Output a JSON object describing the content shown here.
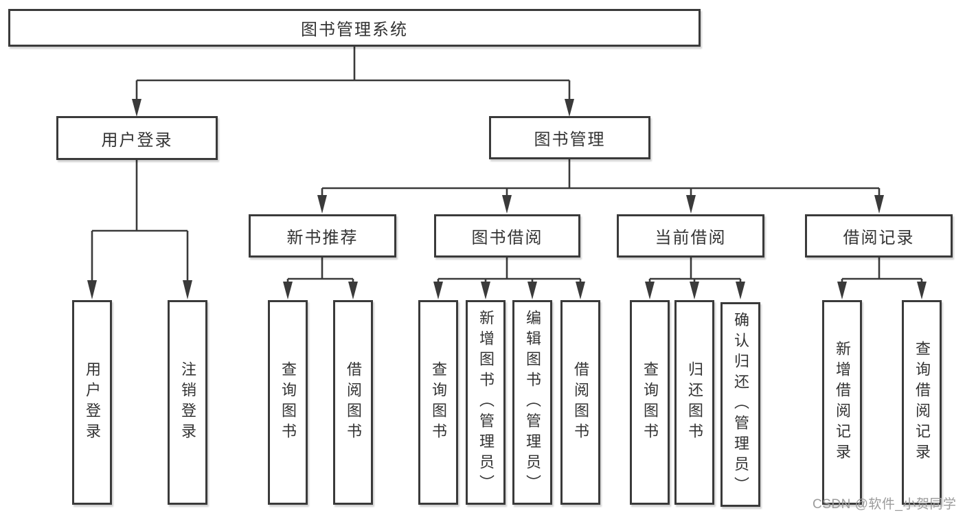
{
  "colors": {
    "box_border": "#3a3a3a",
    "connector_line": "#3a3a3a",
    "text": "#333333",
    "background": "#ffffff",
    "watermark": "#9b9b9b"
  },
  "diagram": {
    "root": "图书管理系统",
    "level2": {
      "user_login": "用户登录",
      "book_mgmt": "图书管理"
    },
    "level3": {
      "new_book_rec": "新书推荐",
      "book_borrow": "图书借阅",
      "current_borrow": "当前借阅",
      "borrow_records": "借阅记录"
    },
    "leaves": {
      "user_login": "用户登录",
      "logout": "注销登录",
      "rec_query_book": "查询图书",
      "rec_borrow_book": "借阅图书",
      "bb_query_book": "查询图书",
      "bb_add_book": "新增图书（管理员）",
      "bb_edit_book": "编辑图书（管理员）",
      "bb_borrow_book": "借阅图书",
      "cur_query_book": "查询图书",
      "cur_return_book": "归还图书",
      "cur_confirm_return": "确认归还（管理员）",
      "records_add": "新增借阅记录",
      "records_query": "查询借阅记录"
    }
  },
  "watermark": {
    "text": "CSDN @软件_小贺同学"
  }
}
